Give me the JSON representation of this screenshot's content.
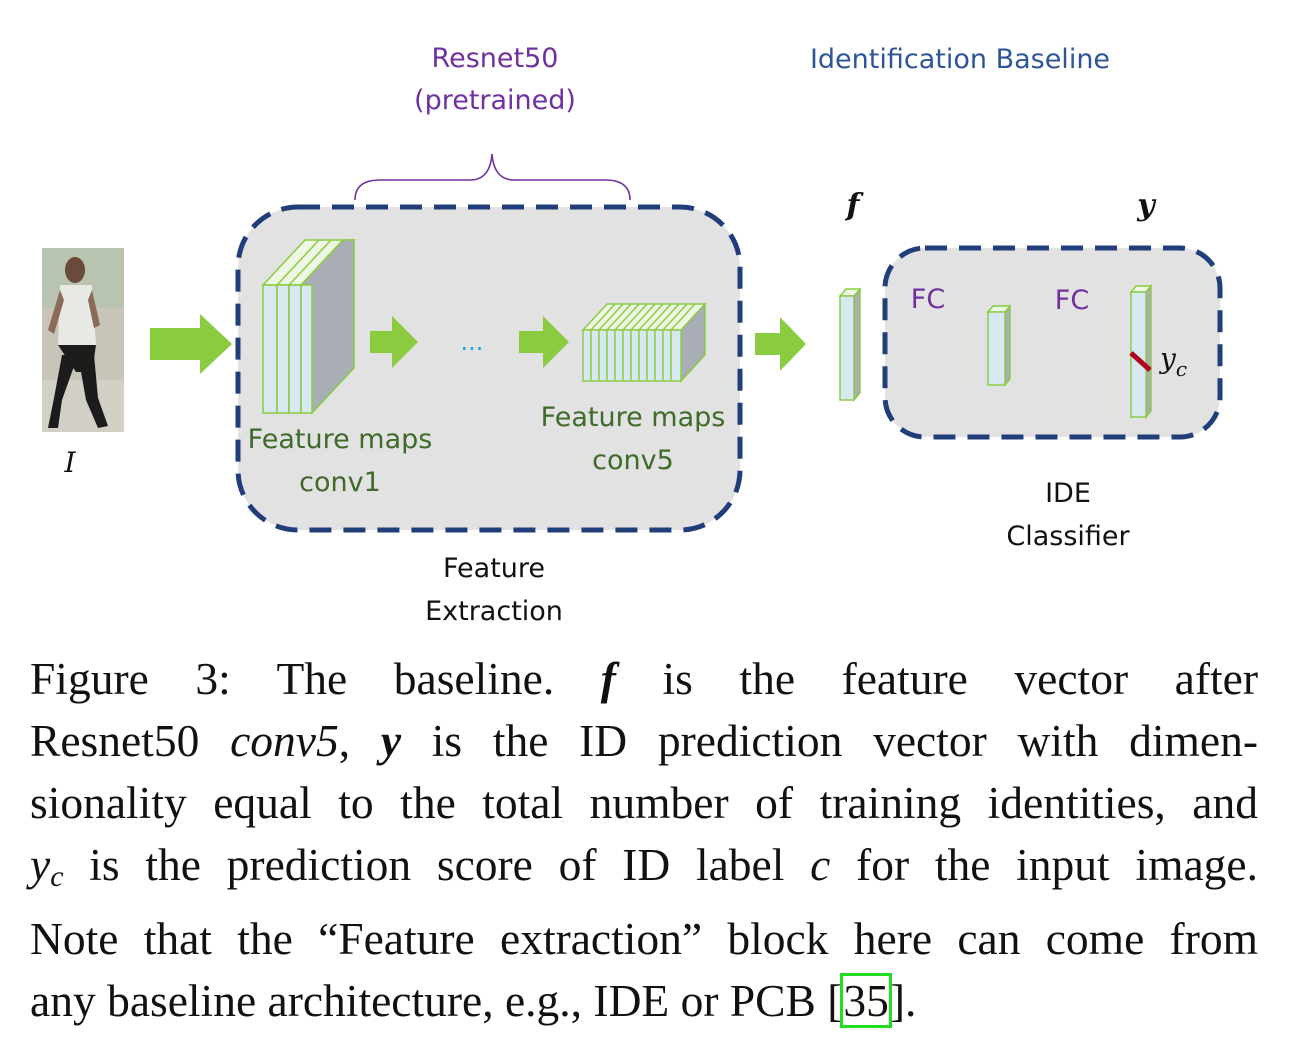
{
  "labels": {
    "resnet_line1": "Resnet50",
    "resnet_line2": "(pretrained)",
    "ide_baseline": "Identification Baseline",
    "input": "I",
    "f": "f",
    "y": "y",
    "fm_conv1_line1": "Feature maps",
    "fm_conv1_line2": "conv1",
    "fm_conv5_line1": "Feature maps",
    "fm_conv5_line2": "conv5",
    "ellipsis": "...",
    "fc1": "FC",
    "fc2": "FC",
    "yc_main": "y",
    "yc_sub": "c",
    "feature_extraction_line1": "Feature",
    "feature_extraction_line2": "Extraction",
    "ide_classifier_line1": "IDE",
    "ide_classifier_line2": "Classifier"
  },
  "colors": {
    "purple": "#7030a0",
    "blue_title": "#2f5597",
    "dashed_border": "#203f7a",
    "box_fill": "#e3e2e2",
    "arrow_green": "#8acb3f",
    "fm_text": "#3f6b2a",
    "ellipsis_blue": "#1fa3e0",
    "highlight_red": "#b00020"
  },
  "caption": {
    "l1_a": "Figure 3:  The baseline.  ",
    "l1_f": "f",
    "l1_b": " is the feature vector after",
    "l2_a": "Resnet50 ",
    "l2_conv5": "conv5",
    "l2_b": ", ",
    "l2_y": "y",
    "l2_c": " is the ID prediction vector with dimen-",
    "l3": "sionality equal to the total number of training identities, and",
    "l4_y": "y",
    "l4_c": "c",
    "l4_a": " is the prediction score of ID label ",
    "l4_cvar": "c",
    "l4_b": " for the input image.",
    "l5": "Note that the “Feature extraction” block here can come from",
    "l6_a": "any baseline architecture, e.g., IDE or PCB ",
    "l6_cite_open": "[",
    "l6_cite": "35",
    "l6_cite_close": "].",
    "l6_end": ""
  }
}
